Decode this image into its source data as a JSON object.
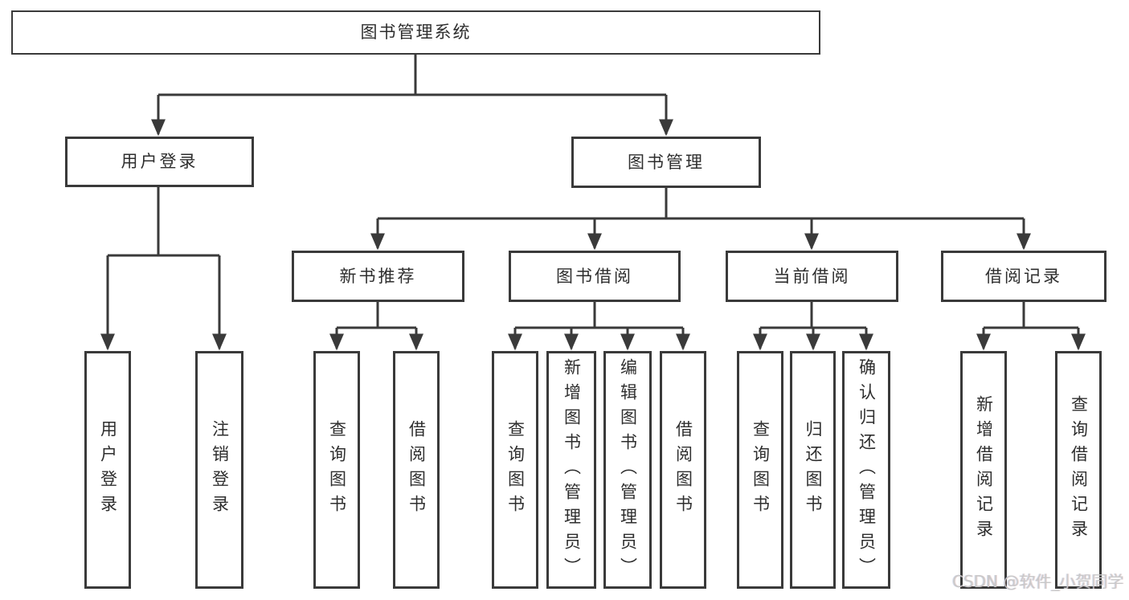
{
  "tree": {
    "root": {
      "label": "图书管理系统"
    },
    "level2": {
      "user_login": {
        "label": "用户登录",
        "children": [
          "用户登录",
          "注销登录"
        ]
      },
      "book_mgmt": {
        "label": "图书管理"
      }
    },
    "level3": [
      {
        "label": "新书推荐",
        "children": [
          "查询图书",
          "借阅图书"
        ]
      },
      {
        "label": "图书借阅",
        "children": [
          "查询图书",
          "新增图书（管理员）",
          "编辑图书（管理员）",
          "借阅图书"
        ]
      },
      {
        "label": "当前借阅",
        "children": [
          "查询图书",
          "归还图书",
          "确认归还（管理员）"
        ]
      },
      {
        "label": "借阅记录",
        "children": [
          "新增借阅记录",
          "查询借阅记录"
        ]
      }
    ]
  },
  "watermark": {
    "text": "CSDN @软件_小贺同学"
  },
  "colors": {
    "line": "#3a3a3a",
    "box_border": "#3a3a3a",
    "text": "#2e2e2e",
    "background": "#ffffff",
    "watermark": "#c8c8c8"
  }
}
